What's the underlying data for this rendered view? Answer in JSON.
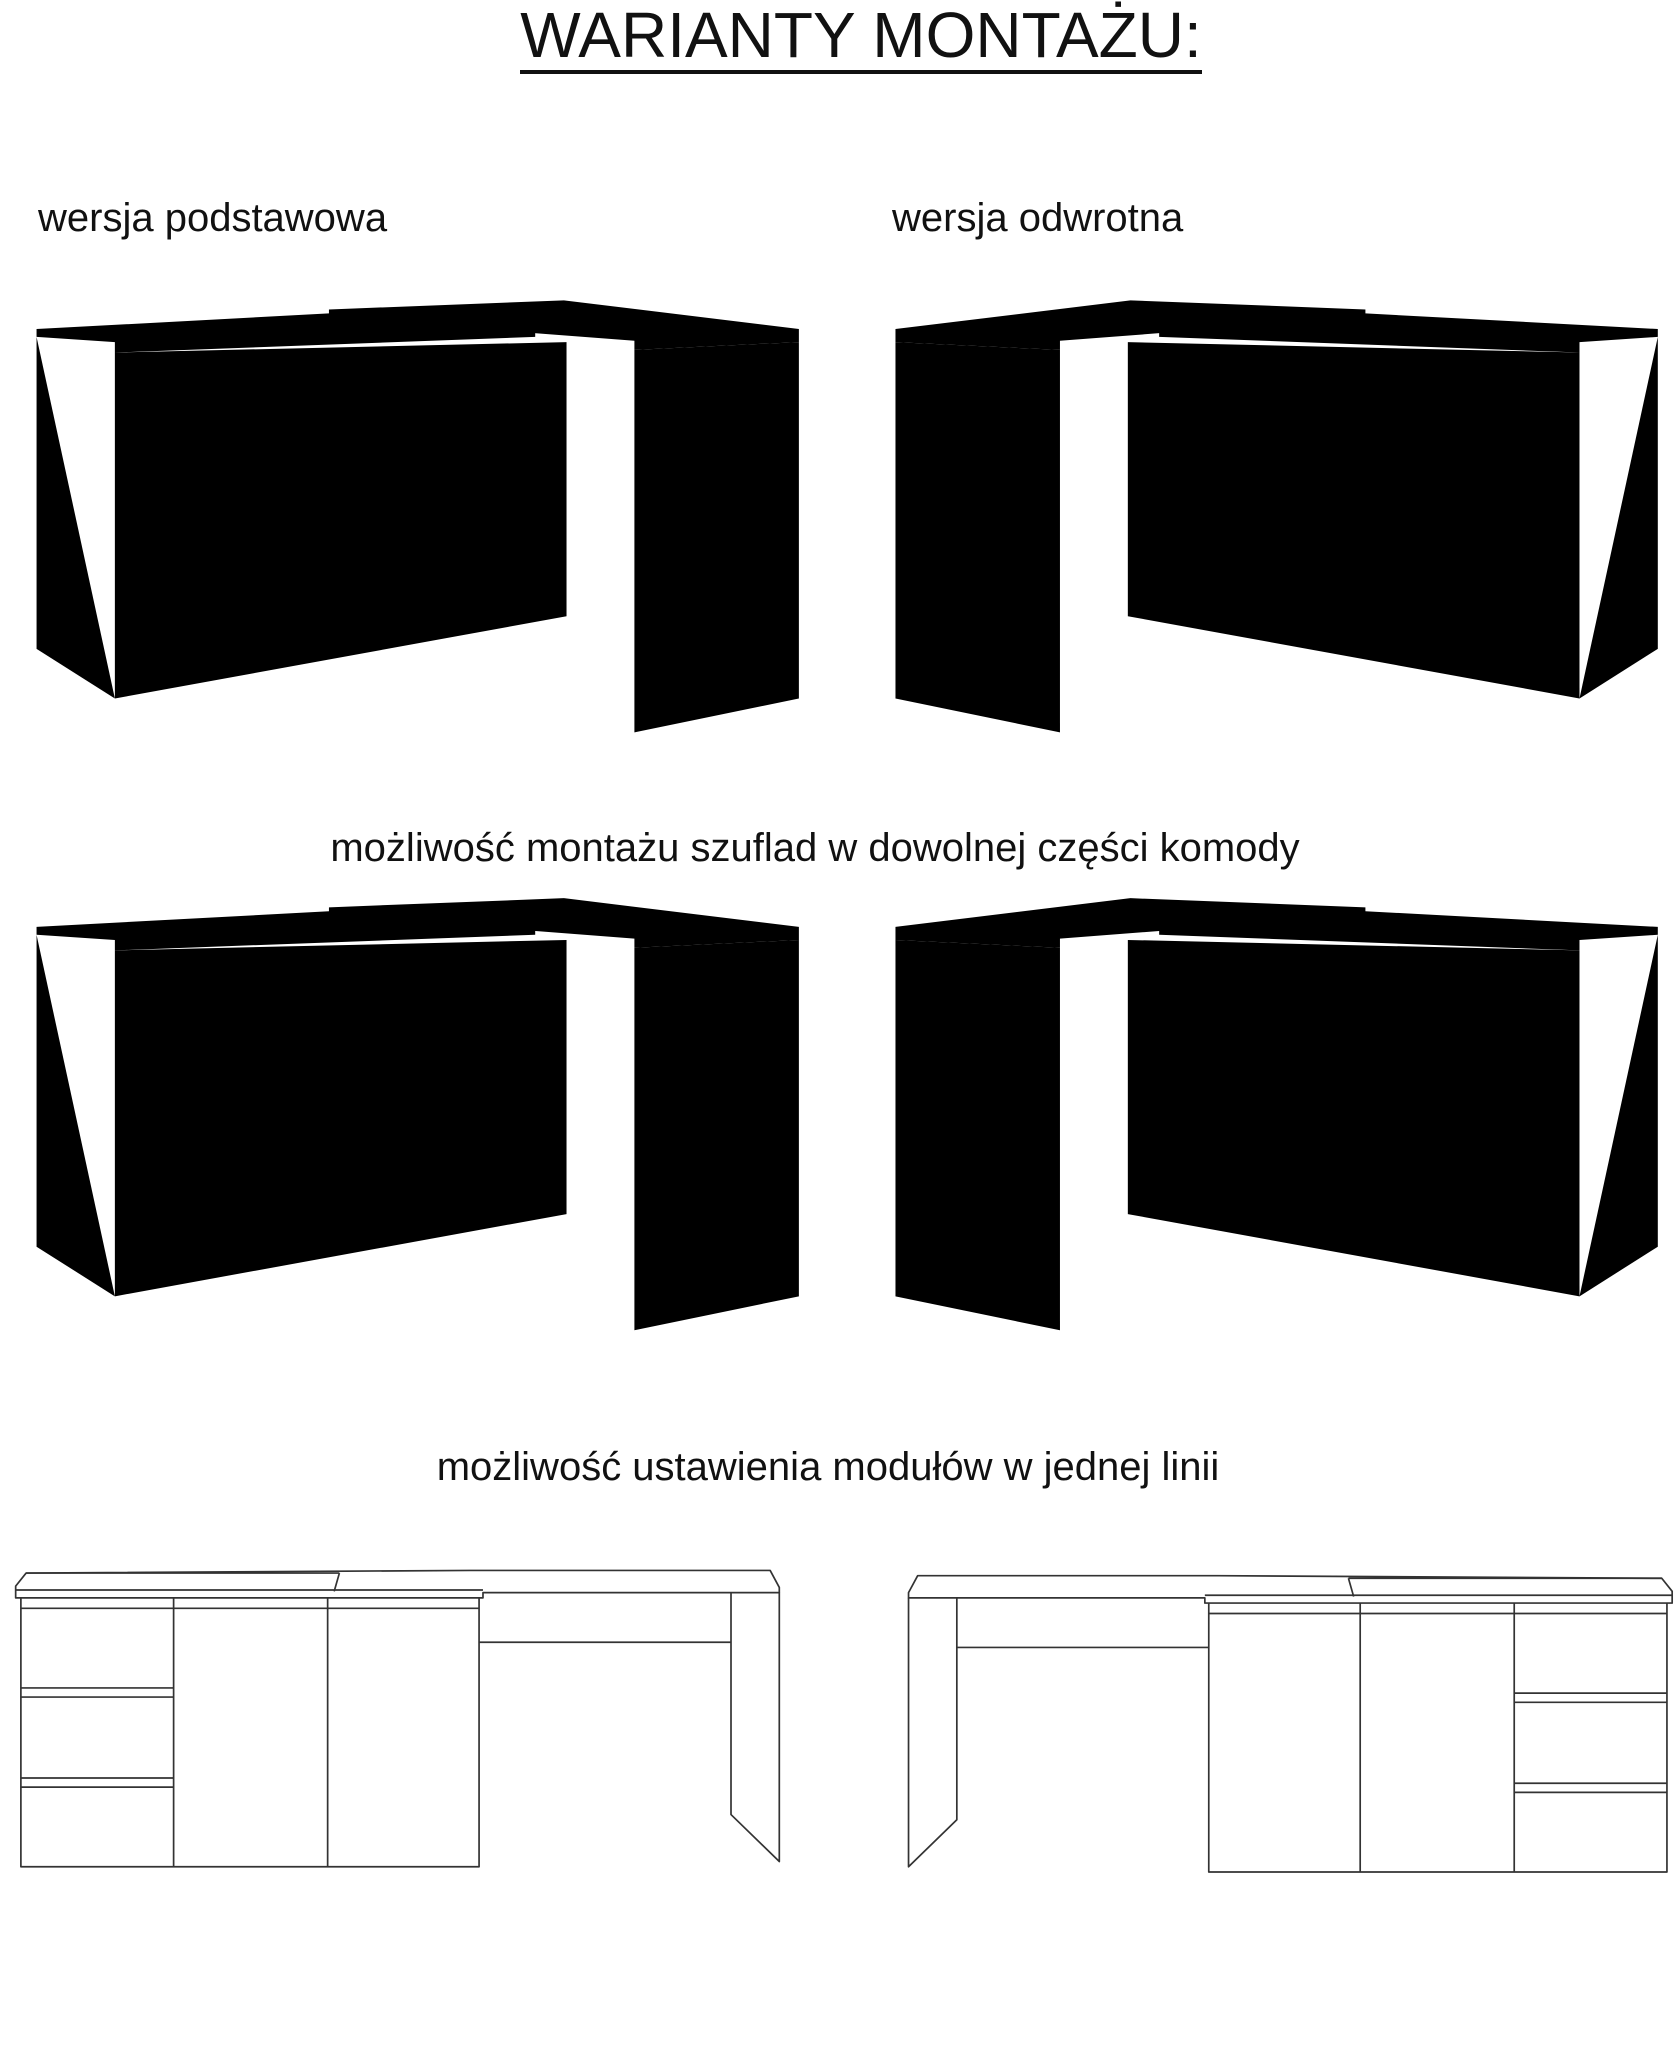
{
  "title": "WARIANTY MONTAŻU:",
  "sections": {
    "basic": "wersja podstawowa",
    "reverse": "wersja odwrotna",
    "drawers_anywhere": "możliwość montażu szuflad w dowolnej części komody",
    "inline": "możliwość ustawienia modułów w jednej linii"
  }
}
